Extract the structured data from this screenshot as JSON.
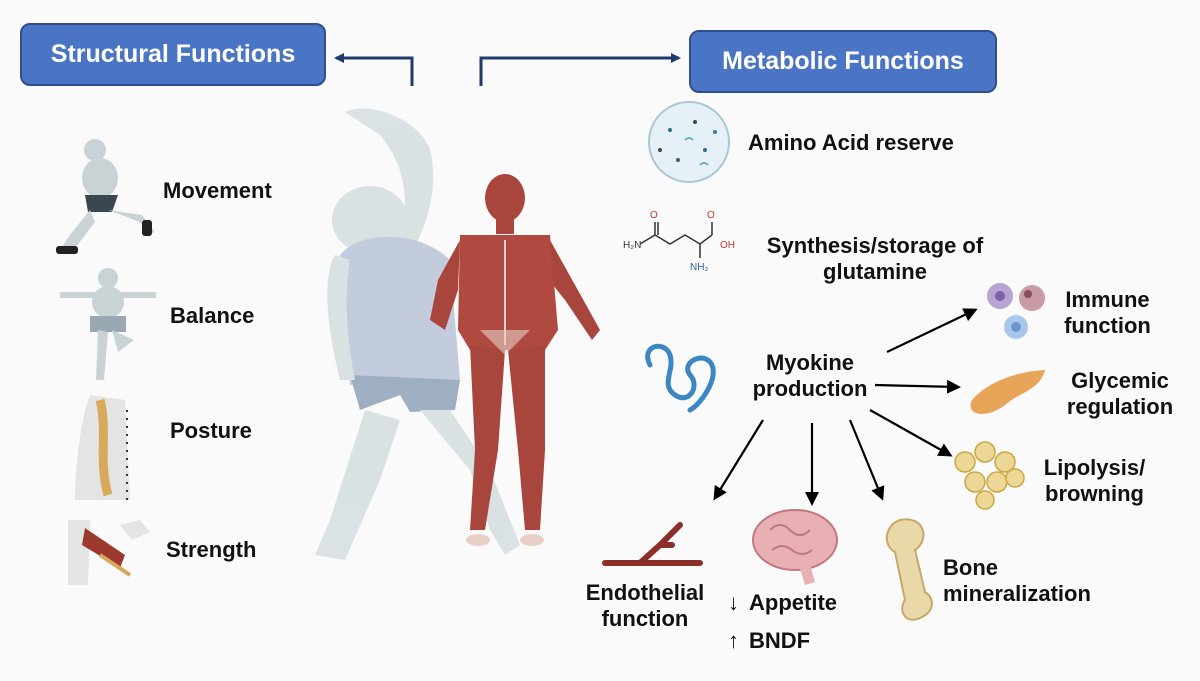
{
  "headers": {
    "structural": "Structural Functions",
    "metabolic": "Metabolic Functions"
  },
  "structural_items": {
    "movement": "Movement",
    "balance": "Balance",
    "posture": "Posture",
    "strength": "Strength"
  },
  "metabolic_items": {
    "amino_acid": "Amino Acid reserve",
    "glutamine_line1": "Synthesis/storage of",
    "glutamine_line2": "glutamine",
    "myokine_line1": "Myokine",
    "myokine_line2": "production"
  },
  "myokine_effects": {
    "immune_line1": "Immune",
    "immune_line2": "function",
    "glycemic_line1": "Glycemic",
    "glycemic_line2": "regulation",
    "lipolysis_line1": "Lipolysis/",
    "lipolysis_line2": "browning",
    "bone_line1": "Bone",
    "bone_line2": "mineralization",
    "endothelial_line1": "Endothelial",
    "endothelial_line2": "function",
    "appetite": "Appetite",
    "bndf": "BNDF",
    "down_arrow": "↓",
    "up_arrow": "↑"
  },
  "molecule_labels": {
    "o1": "O",
    "o2": "O",
    "oh": "OH",
    "nh2_left": "H₂N",
    "nh2_bottom": "NH₂"
  },
  "colors": {
    "header_fill": "#4a74c4",
    "header_border": "#2f4f8f",
    "arrow": "#1f3b6e",
    "muscle": "#a8453c",
    "body_silhouette": "#d5dde0"
  }
}
